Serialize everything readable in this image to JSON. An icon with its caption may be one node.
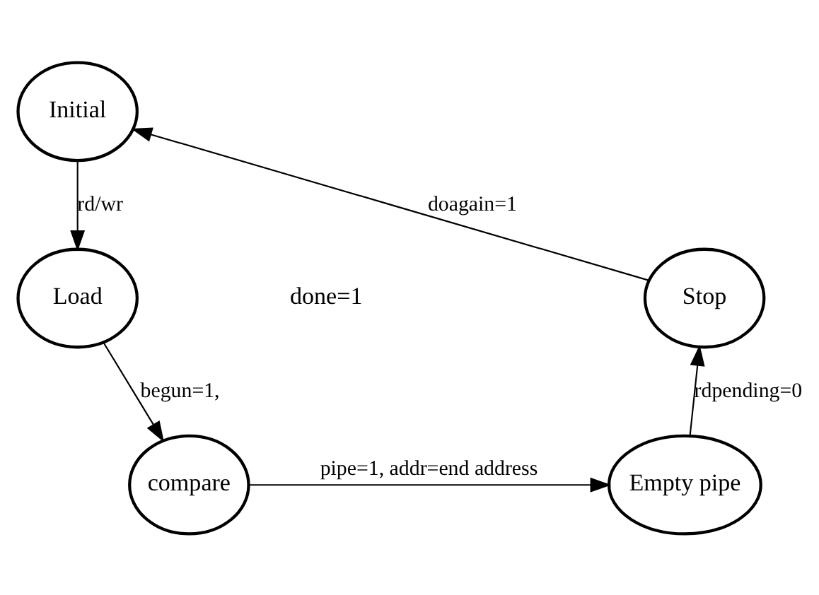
{
  "diagram": {
    "nodes": [
      {
        "text": [
          "Initial"
        ]
      },
      {
        "text": [
          "Load"
        ]
      },
      {
        "text": [
          "compare"
        ]
      },
      {
        "text": [
          "Empty pipe"
        ]
      },
      {
        "text": [
          "Stop"
        ]
      }
    ],
    "edges": [
      {
        "from": 0,
        "to": 1,
        "arrow": "to",
        "label": "rd/wr"
      },
      {
        "from": 1,
        "to": 2,
        "arrow": "to",
        "label": "begun=1,"
      },
      {
        "from": 2,
        "to": 3,
        "arrow": "to",
        "label": "pipe=1, addr=end address"
      },
      {
        "from": 3,
        "to": 4,
        "arrow": "to",
        "label": "rdpending=0"
      },
      {
        "from": 4,
        "to": 0,
        "arrow": "to",
        "label": "doagain=1"
      }
    ],
    "labels": [
      "done=1"
    ]
  }
}
